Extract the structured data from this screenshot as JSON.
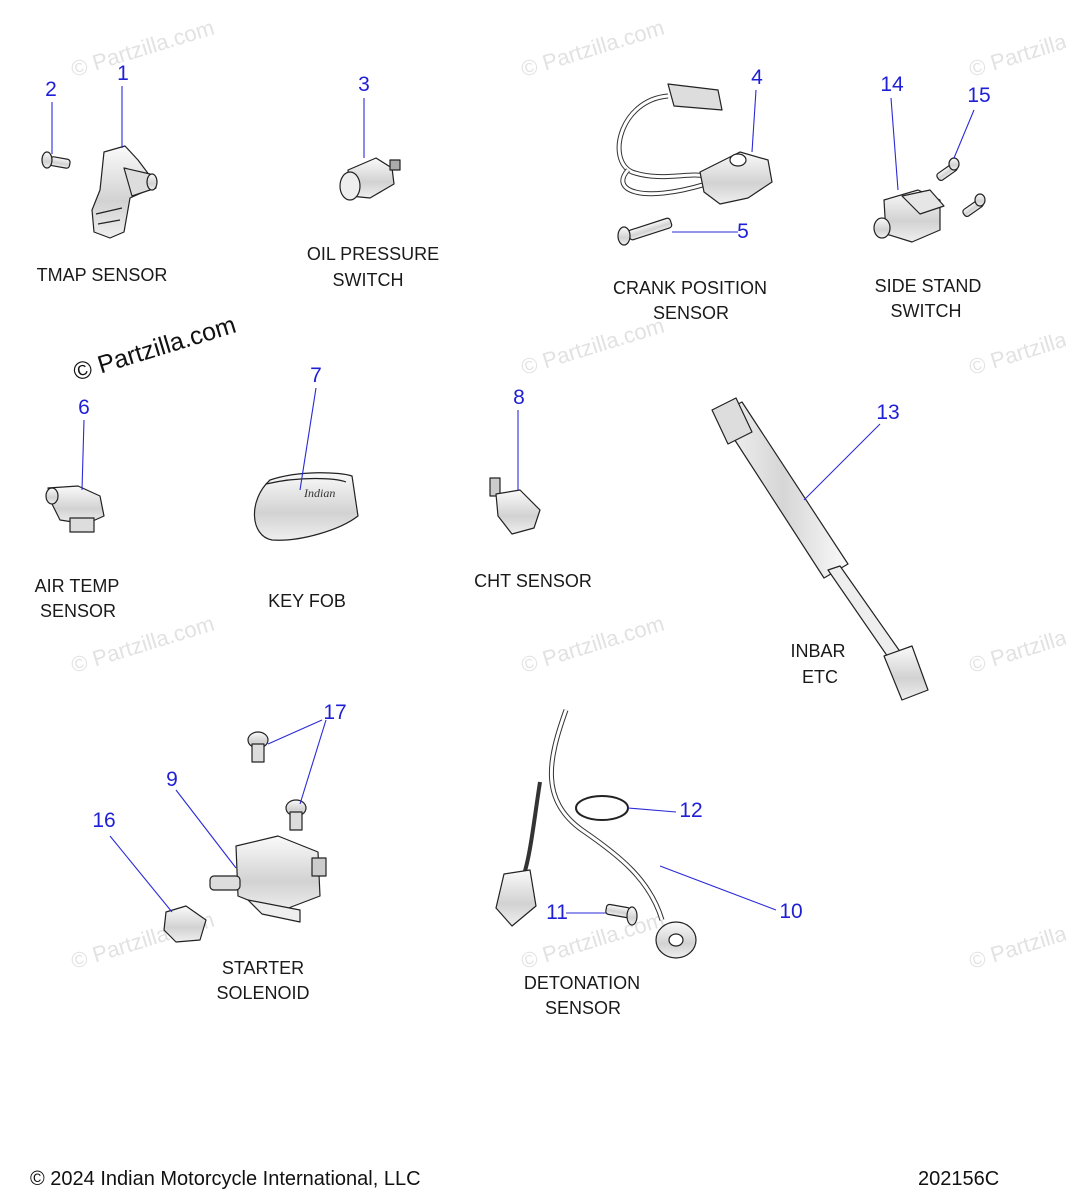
{
  "watermark": "© Partzilla.com",
  "watermark_big": "© Partzilla.com",
  "labels": {
    "tmap_sensor": "TMAP SENSOR",
    "oil_pressure_switch_1": "OIL PRESSURE",
    "oil_pressure_switch_2": "SWITCH",
    "crank_position_sensor_1": "CRANK POSITION",
    "crank_position_sensor_2": "SENSOR",
    "side_stand_switch_1": "SIDE STAND",
    "side_stand_switch_2": "SWITCH",
    "air_temp_sensor_1": "AIR TEMP",
    "air_temp_sensor_2": "SENSOR",
    "key_fob": "KEY FOB",
    "cht_sensor": "CHT SENSOR",
    "inbar_etc_1": "INBAR",
    "inbar_etc_2": "ETC",
    "starter_solenoid_1": "STARTER",
    "starter_solenoid_2": "SOLENOID",
    "detonation_sensor_1": "DETONATION",
    "detonation_sensor_2": "SENSOR"
  },
  "callouts": [
    "1",
    "2",
    "3",
    "4",
    "5",
    "6",
    "7",
    "8",
    "9",
    "10",
    "11",
    "12",
    "13",
    "14",
    "15",
    "16",
    "17"
  ],
  "key_fob_logo": "Indian",
  "footer": {
    "copyright": "© 2024 Indian Motorcycle International, LLC",
    "diagram_id": "202156C"
  },
  "colors": {
    "callout": "#1f1fd6",
    "leader": "#2a2ad8",
    "part_outline": "#222222",
    "watermark": "#e2e2e2"
  }
}
